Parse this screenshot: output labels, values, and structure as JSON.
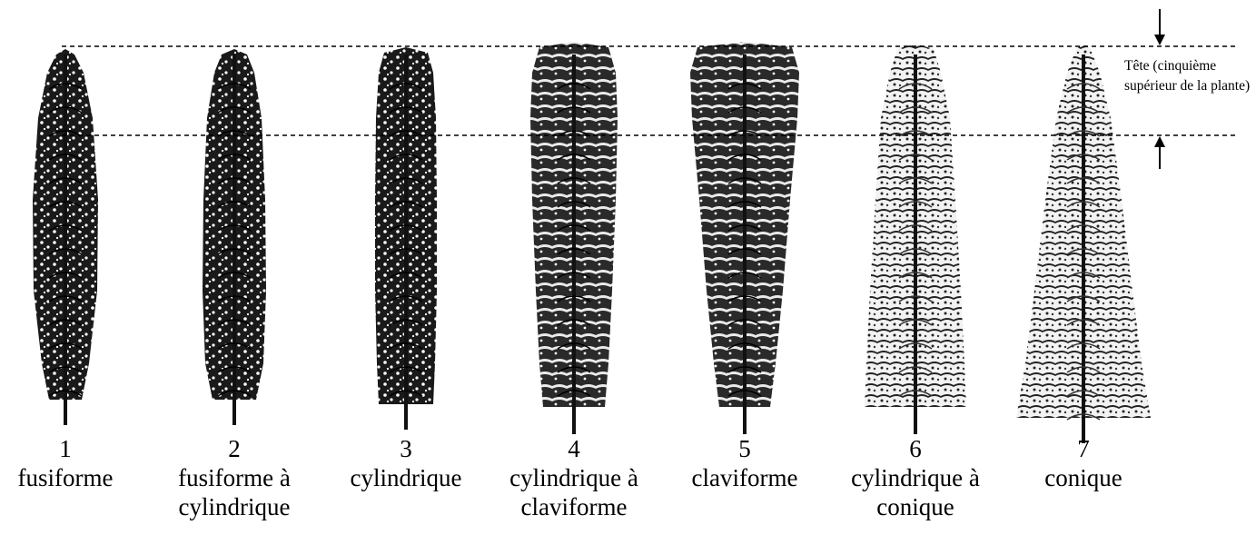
{
  "head_note": "Tête (cinquième supérieur de la plante)",
  "shapes": [
    {
      "number": "1",
      "name": "fusiforme",
      "style": "dense"
    },
    {
      "number": "2",
      "name": "fusiforme à\ncylindrique",
      "style": "dense"
    },
    {
      "number": "3",
      "name": "cylindrique",
      "style": "dense"
    },
    {
      "number": "4",
      "name": "cylindrique à\nclaviforme",
      "style": "stripe"
    },
    {
      "number": "5",
      "name": "claviforme",
      "style": "stripe"
    },
    {
      "number": "6",
      "name": "cylindrique à\nconique",
      "style": "light"
    },
    {
      "number": "7",
      "name": "conique",
      "style": "light"
    }
  ]
}
